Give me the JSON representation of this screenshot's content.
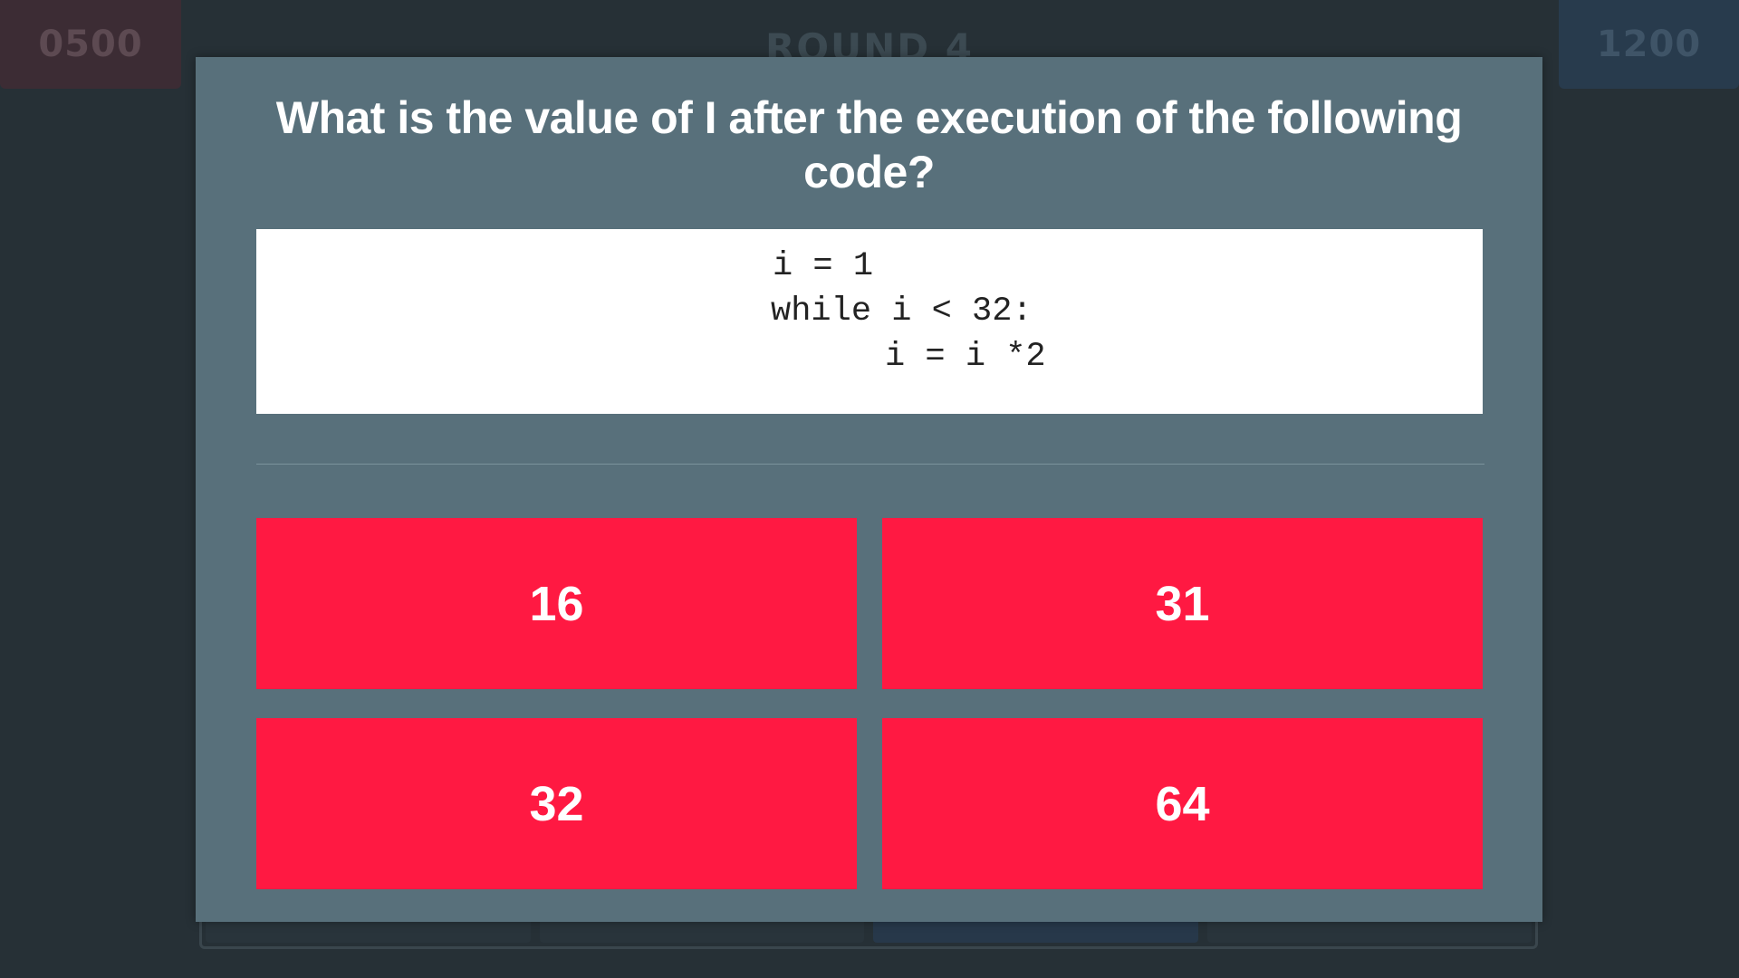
{
  "scoreboard": {
    "left_score": "0500",
    "right_score": "1200",
    "round_label": "ROUND 4"
  },
  "modal": {
    "question": "What is the value of I after the execution of the following code?",
    "code_lines": [
      "i = 1",
      "while i < 32:",
      "i = i *2"
    ],
    "answers": [
      "16",
      "31",
      "32",
      "64"
    ]
  },
  "colors": {
    "background": "#263036",
    "modal": "#58707b",
    "answer": "#ff1942",
    "code_bg": "#ffffff"
  }
}
